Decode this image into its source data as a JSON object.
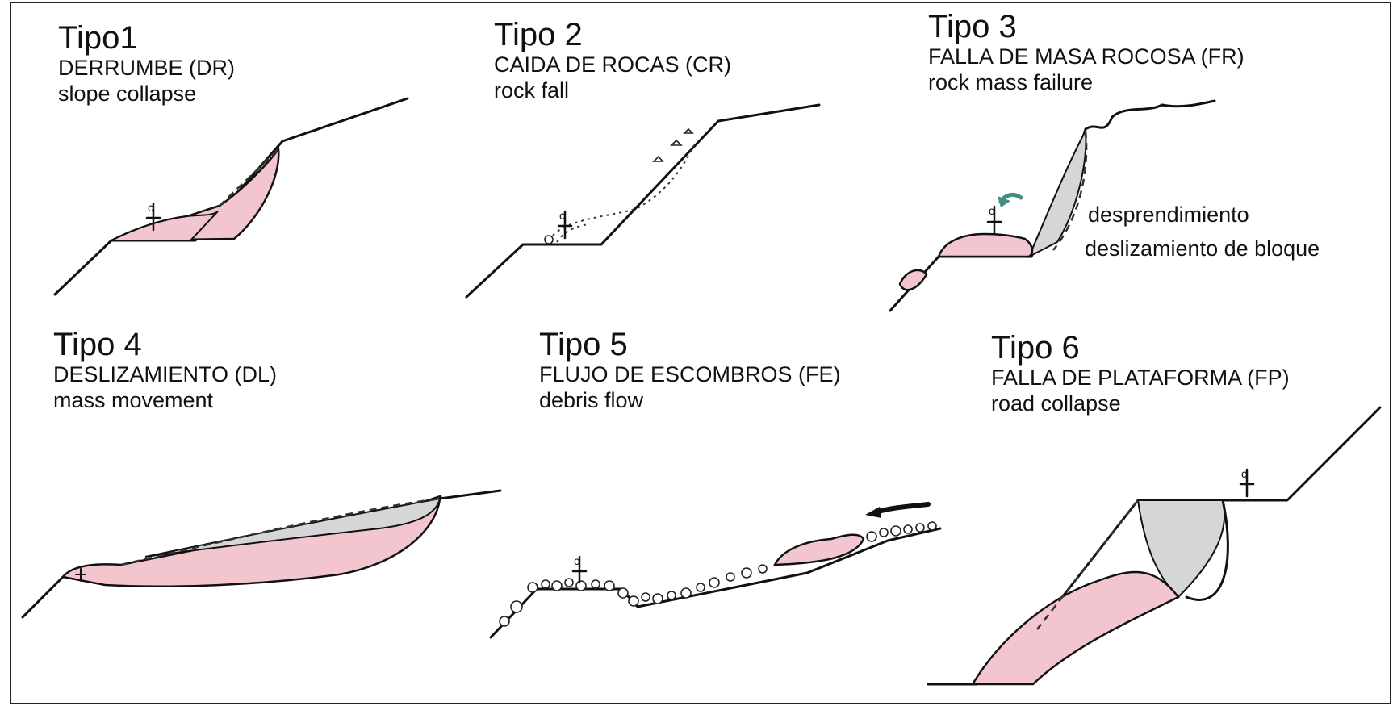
{
  "panels": [
    {
      "tipo": "Tipo1",
      "es": "DERRUMBE (DR)",
      "en": "slope collapse"
    },
    {
      "tipo": "Tipo 2",
      "es": "CAIDA DE ROCAS (CR)",
      "en": "rock fall"
    },
    {
      "tipo": "Tipo 3",
      "es": "FALLA DE MASA ROCOSA (FR)",
      "en": "rock mass failure"
    },
    {
      "tipo": "Tipo 4",
      "es": "DESLIZAMIENTO (DL)",
      "en": "mass movement"
    },
    {
      "tipo": "Tipo 5",
      "es": "FLUJO DE ESCOMBROS (FE)",
      "en": "debris flow"
    },
    {
      "tipo": "Tipo 6",
      "es": "FALLA DE PLATAFORMA (FP)",
      "en": "road collapse"
    }
  ],
  "tipo3_notes": [
    "desprendimiento",
    "deslizamiento de bloque"
  ],
  "colors": {
    "debris": "#f3c6cf",
    "scar": "#d6d6d6",
    "arrow": "#3f8f7f",
    "line": "#111111"
  }
}
